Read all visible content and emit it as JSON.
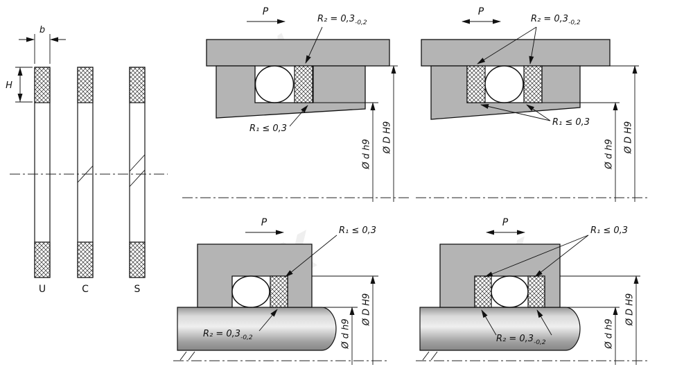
{
  "cross_sections": {
    "dim_width_label": "b",
    "dim_height_label": "H",
    "profiles": [
      {
        "label": "U"
      },
      {
        "label": "C"
      },
      {
        "label": "S"
      }
    ]
  },
  "labels": {
    "pressure": "P",
    "radius2_main": "R₂ = 0,3",
    "radius2_tolerance": "-0,2",
    "radius1": "R₁ ≤ 0,3",
    "diameter_rod": "Ø d h9",
    "diameter_bore": "Ø D H9"
  },
  "watermark": {
    "w1": "ROM",
    "w2": "X",
    "w3": "ROM",
    "w4": "X"
  },
  "colors": {
    "metal": "#b4b4b4",
    "line": "#111111",
    "background": "#ffffff"
  }
}
